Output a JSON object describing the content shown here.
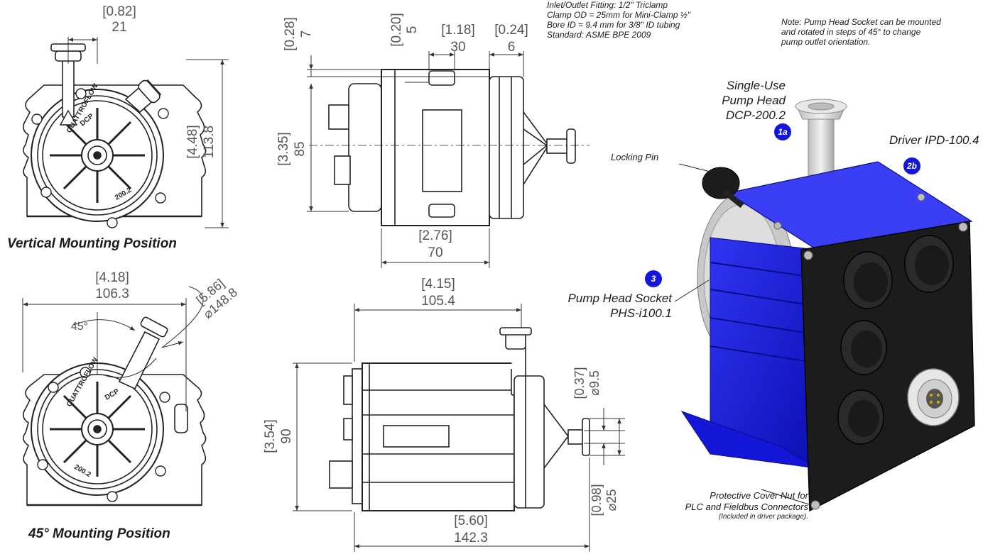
{
  "notes": {
    "fitting": [
      "Inlet/Outlet Fitting: 1/2\" Triclamp",
      "Clamp OD = 25mm for Mini-Clamp ½\"",
      "Bore ID = 9.4 mm for 3/8\" ID tubing",
      "Standard: ASME BPE 2009"
    ],
    "socket": [
      "Note: Pump Head Socket can be mounted",
      "and rotated in steps of 45° to change",
      "pump outlet orientation."
    ]
  },
  "captions": {
    "vertical": "Vertical Mounting Position",
    "angled": "45° Mounting Position"
  },
  "dimensions": {
    "front_width": {
      "inch": "[0.82]",
      "mm": "21"
    },
    "front_height": {
      "inch": "[4.48]",
      "mm": "113.8"
    },
    "angled_width": {
      "inch": "[4.18]",
      "mm": "106.3"
    },
    "angled_diameter": {
      "inch": "[5.86]",
      "mm": "⌀148.8"
    },
    "angle": "45°",
    "top_flange": {
      "inch": "[0.28]",
      "mm": "7"
    },
    "slot_offset": {
      "inch": "[0.20]",
      "mm": "5"
    },
    "slot_width": {
      "inch": "[1.18]",
      "mm": "30"
    },
    "rim_width": {
      "inch": "[0.24]",
      "mm": "6"
    },
    "top_height": {
      "inch": "[3.35]",
      "mm": "85"
    },
    "top_body": {
      "inch": "[2.76]",
      "mm": "70"
    },
    "side_width": {
      "inch": "[4.15]",
      "mm": "105.4"
    },
    "side_height": {
      "inch": "[3.54]",
      "mm": "90"
    },
    "bore": {
      "inch": "[0.37]",
      "mm": "⌀9.5"
    },
    "clamp": {
      "inch": "[0.98]",
      "mm": "⌀25"
    },
    "side_total": {
      "inch": "[5.60]",
      "mm": "142.3"
    }
  },
  "head_text": {
    "brand": "QUATTROFLOW",
    "model": "DCP",
    "num": "200.2"
  },
  "product": {
    "pump_head": {
      "badge": "1a",
      "lines": [
        "Single-Use",
        "Pump Head",
        "DCP-200.2"
      ]
    },
    "driver": {
      "badge": "2b",
      "name": "Driver IPD-100.4"
    },
    "socket": {
      "badge": "3",
      "lines": [
        "Pump Head Socket",
        "PHS-i100.1"
      ]
    },
    "locking_pin": "Locking Pin",
    "cover_nut": [
      "Protective Cover Nut for",
      "PLC and Fieldbus Connectors"
    ],
    "cover_note": "(Included in driver package)."
  },
  "colors": {
    "driver_blue": "#1416d8",
    "badge_blue": "#1416d8",
    "cover_black": "#1c1c1c"
  }
}
